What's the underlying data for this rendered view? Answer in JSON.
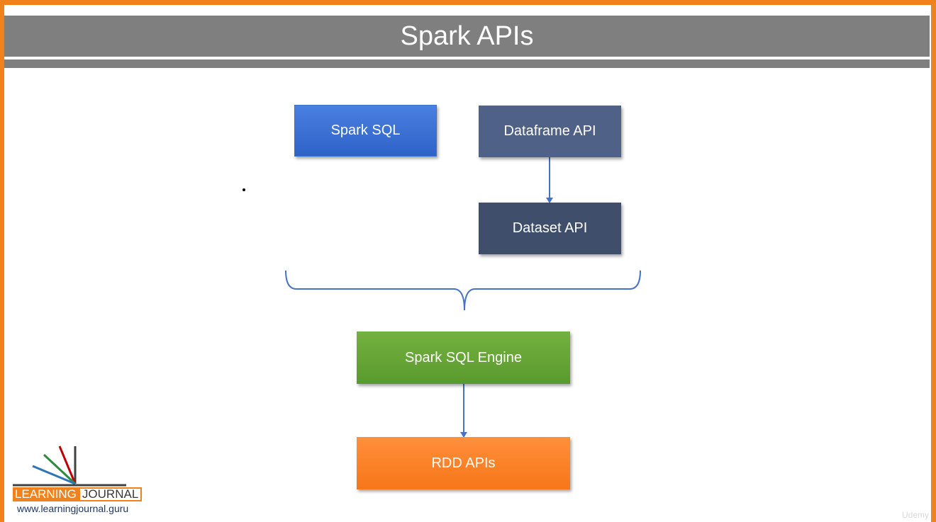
{
  "slide": {
    "title": "Spark APIs"
  },
  "diagram": {
    "nodes": {
      "spark_sql": "Spark SQL",
      "dataframe_api": "Dataframe API",
      "dataset_api": "Dataset API",
      "spark_sql_engine": "Spark SQL Engine",
      "rdd_apis": "RDD APIs"
    },
    "edges": [
      {
        "from": "dataframe_api",
        "to": "dataset_api"
      },
      {
        "from": "spark_sql_engine",
        "to": "rdd_apis"
      }
    ],
    "colors": {
      "spark_sql": "#2f62c8",
      "dataframe_api": "#4f6186",
      "dataset_api": "#3f4e6b",
      "spark_sql_engine": "#5a9a2d",
      "rdd_apis": "#f77619",
      "connector": "#4472c4",
      "frame": "#f0821e",
      "title_bar": "#7f7f7f"
    }
  },
  "logo": {
    "word_learning": "LEARNING",
    "word_journal": "JOURNAL",
    "url": "www.learningjournal.guru"
  },
  "watermark": "Udemy"
}
